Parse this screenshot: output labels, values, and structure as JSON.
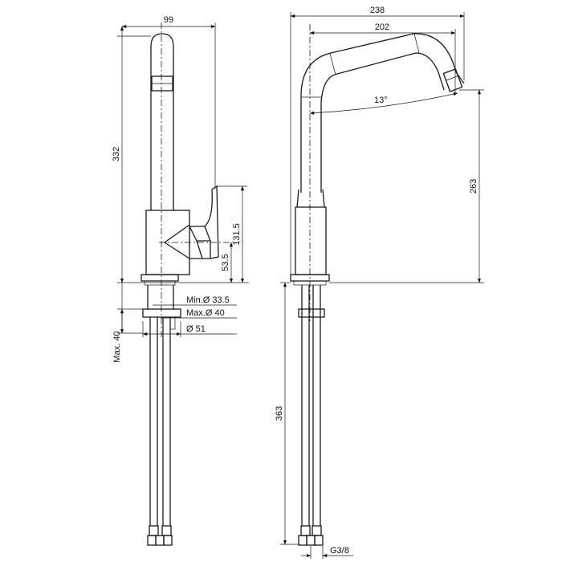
{
  "drawing": {
    "side_view": {
      "dimensions": {
        "width": "99",
        "height": "332",
        "handle_height": "131.5",
        "handle_axis_height": "53.5",
        "hole_min": "Min.Ø 33.5",
        "hole_max": "Max.Ø 40",
        "flange_diameter": "Ø 51",
        "deck_thickness": "Max. 40"
      }
    },
    "front_view": {
      "dimensions": {
        "overall_reach": "238",
        "spout_reach": "202",
        "spout_angle": "13°",
        "spout_height": "263",
        "hose_length": "363",
        "connection": "G3/8"
      }
    }
  }
}
